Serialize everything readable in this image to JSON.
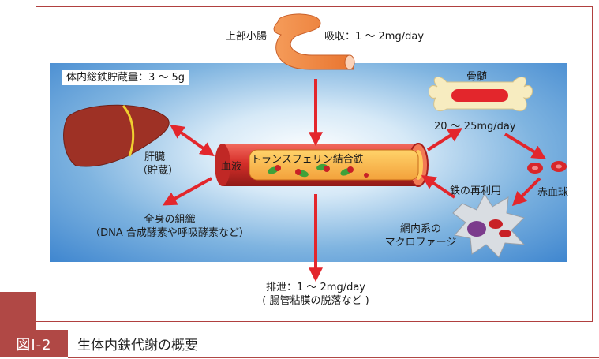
{
  "figure": {
    "badge": "図Ⅰ-2",
    "title": "生体内鉄代謝の概要"
  },
  "diagram": {
    "total_iron": "体内総鉄貯蔵量：3 ～ 5g",
    "intestine_label": "上部小腸",
    "absorption": "吸収：1 ～ 2mg/day",
    "bone_marrow": "骨髄",
    "marrow_rate": "20 ～ 25mg/day",
    "liver_line1": "肝臓",
    "liver_line2": "（貯蔵）",
    "plasma": "血液",
    "transferrin": "トランスフェリン結合鉄",
    "rbc": "赤血球",
    "recycle": "鉄の再利用",
    "macrophage_line1": "網内系の",
    "macrophage_line2": "マクロファージ",
    "tissue_line1": "全身の組織",
    "tissue_line2": "（DNA 合成酵素や呼吸酵素など）",
    "excretion_line1": "排泄：1 ～ 2mg/day",
    "excretion_line2": "( 腸管粘膜の脱落など )"
  },
  "colors": {
    "accent": "#b04845",
    "arrow": "#e3262c",
    "vessel": "#d62f2a",
    "liver": "#9e3125",
    "intestine": "#f08a45",
    "bone": "#f7ecc0",
    "macrophage": "#d9dde2"
  }
}
